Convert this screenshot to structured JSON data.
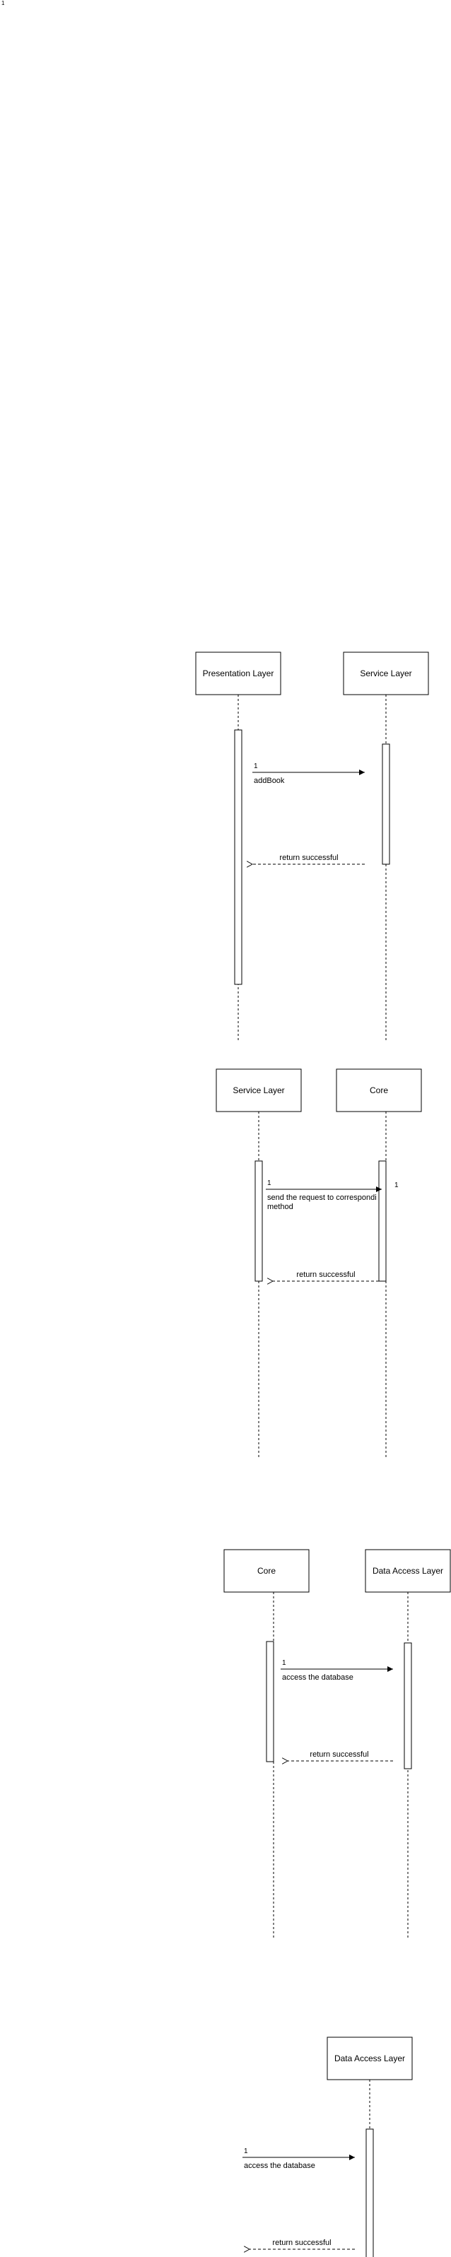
{
  "corner_mark": "1",
  "colors": {
    "line": "#000000",
    "background": "#ffffff",
    "box_fill": "#ffffff"
  },
  "arrow_styles": {
    "call": "solid line, filled arrowhead",
    "return": "dashed line, open arrowhead"
  },
  "diagrams": [
    {
      "participants": [
        "Presentation Layer",
        "Service Layer"
      ],
      "call": {
        "number": "1",
        "label": "addBook"
      },
      "return": {
        "label": "return successful"
      }
    },
    {
      "participants": [
        "Service Layer",
        "Core"
      ],
      "call": {
        "number": "1",
        "label_lines": [
          "send the request to correspondi",
          "method"
        ]
      },
      "target_note": "1",
      "return": {
        "label": "return successful"
      }
    },
    {
      "participants": [
        "Core",
        "Data Access Layer"
      ],
      "call": {
        "number": "1",
        "label": "access the database"
      },
      "return": {
        "label": "return successful"
      }
    },
    {
      "participants": [
        "Data Access Layer"
      ],
      "call": {
        "number": "1",
        "label": "access the database"
      },
      "return": {
        "label": "return successful"
      }
    }
  ]
}
